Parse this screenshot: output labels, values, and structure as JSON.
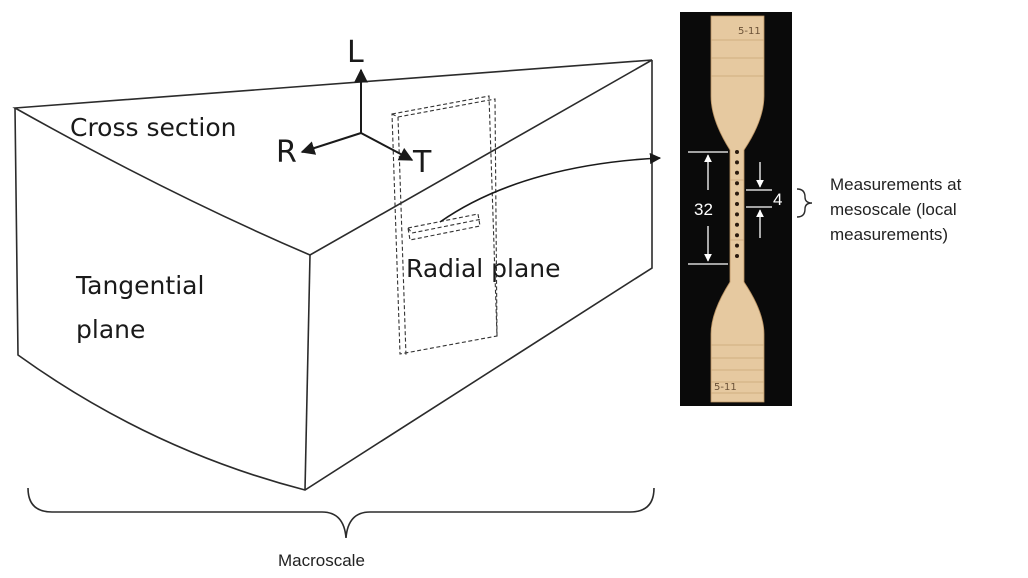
{
  "labels": {
    "cross_section": "Cross section",
    "tangential_line1": "Tangential",
    "tangential_line2": "plane",
    "radial_plane": "Radial plane",
    "axis_l": "L",
    "axis_r": "R",
    "axis_t": "T",
    "measure_line1": "Measurements at",
    "measure_line2": "mesoscale (local",
    "measure_line3": "measurements)",
    "macroscale": "Macroscale"
  },
  "specimen": {
    "gauge_length": "32",
    "local_length": "4",
    "marking_top": "5-11",
    "marking_bottom": "5-11",
    "gauge_dot_count": 11
  },
  "colors": {
    "line": "#2b2b2b",
    "photo_background": "#0a0a0a",
    "wood": "#e6c9a0",
    "wood_grain": "#c9a577",
    "dot": "#2a1a0e"
  }
}
